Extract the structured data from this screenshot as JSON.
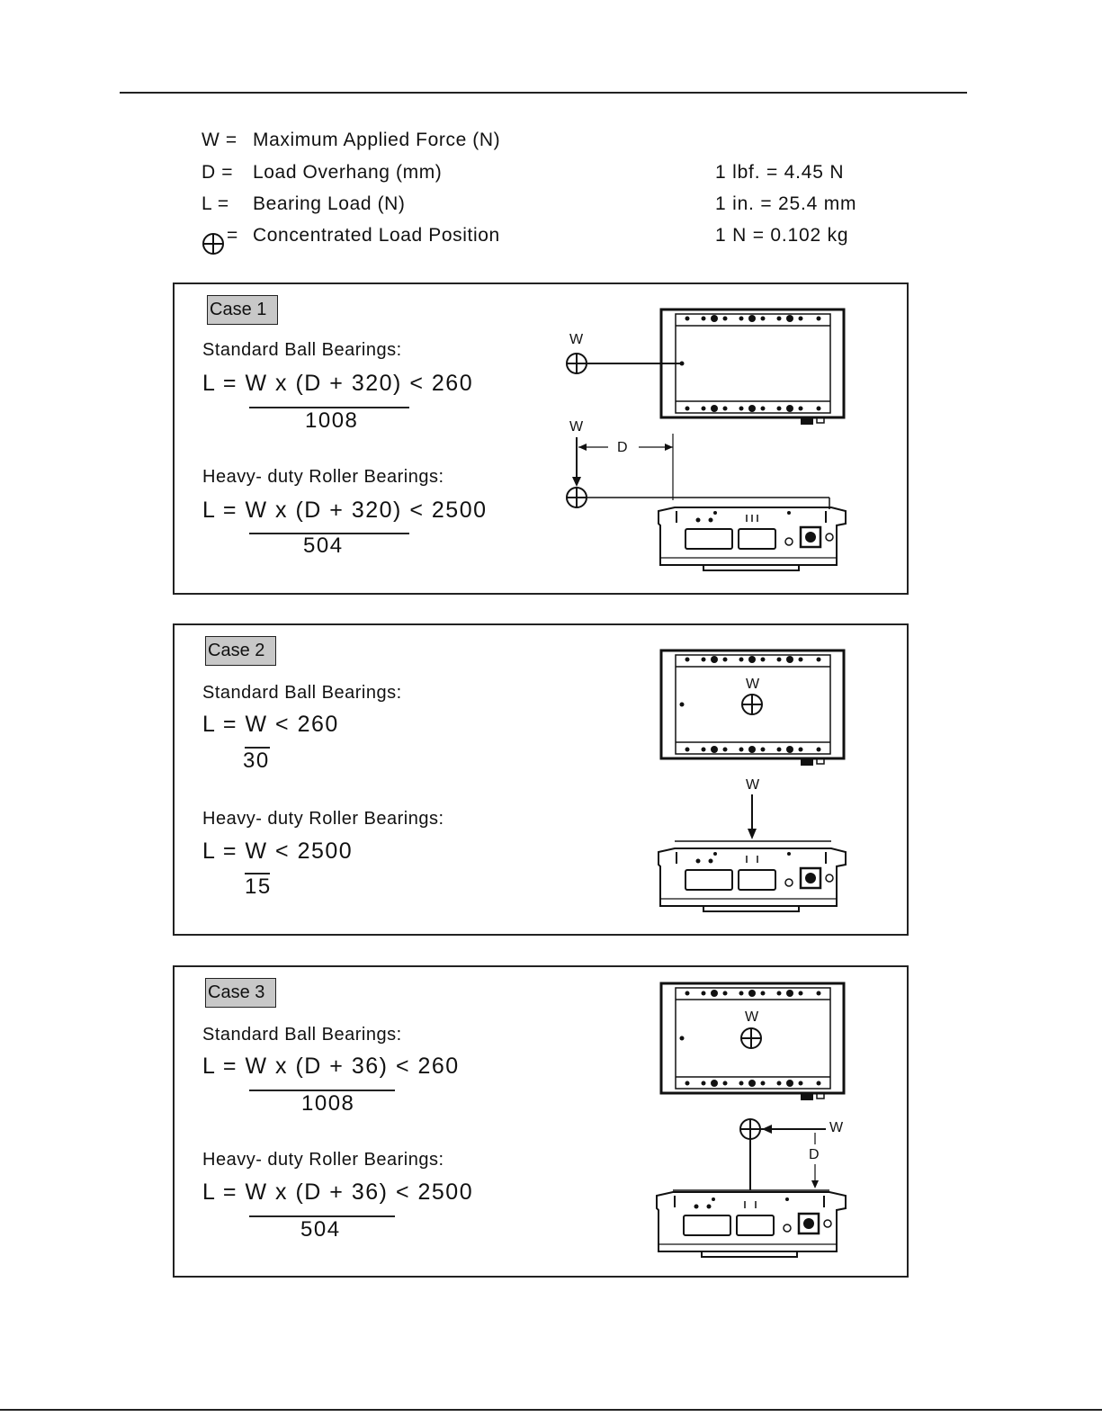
{
  "legend": [
    {
      "symbol": "W =",
      "text": "Maximum Applied Force (N)"
    },
    {
      "symbol": "D =",
      "text": "Load Overhang (mm)"
    },
    {
      "symbol": "L =",
      "text": "Bearing Load (N)"
    },
    {
      "symbol": "=",
      "text": "Concentrated Load Position"
    }
  ],
  "conversions": [
    "1 lbf. = 4.45 N",
    "1 in. = 25.4 mm",
    "1 N = 0.102 kg"
  ],
  "cases": [
    {
      "label": "Case 1",
      "standard": {
        "title": "Standard Ball Bearings:",
        "lhs": "L =",
        "numerator": "W x (D + 320)",
        "limit": "< 260",
        "denominator": "1008"
      },
      "heavy": {
        "title": "Heavy- duty Roller Bearings:",
        "lhs": "L =",
        "numerator": "W x (D + 320)",
        "limit": "< 2500",
        "denominator": "504"
      },
      "drawing_labels": {
        "w_top": "W",
        "w_side": "W",
        "d": "D"
      }
    },
    {
      "label": "Case 2",
      "standard": {
        "title": "Standard Ball Bearings:",
        "lhs": "L =",
        "numerator": "W",
        "limit": "< 260",
        "denominator": "30"
      },
      "heavy": {
        "title": "Heavy- duty Roller Bearings:",
        "lhs": "L =",
        "numerator": "W",
        "limit": "< 2500",
        "denominator": "15"
      },
      "drawing_labels": {
        "w_top": "W",
        "w_side": "W"
      }
    },
    {
      "label": "Case 3",
      "standard": {
        "title": "Standard Ball Bearings:",
        "lhs": "L =",
        "numerator": "W x (D + 36)",
        "limit": "< 260",
        "denominator": "1008"
      },
      "heavy": {
        "title": "Heavy- duty Roller Bearings:",
        "lhs": "L =",
        "numerator": "W x (D + 36)",
        "limit": "< 2500",
        "denominator": "504"
      },
      "drawing_labels": {
        "w_top": "W",
        "w_side": "W",
        "d": "D"
      }
    }
  ]
}
